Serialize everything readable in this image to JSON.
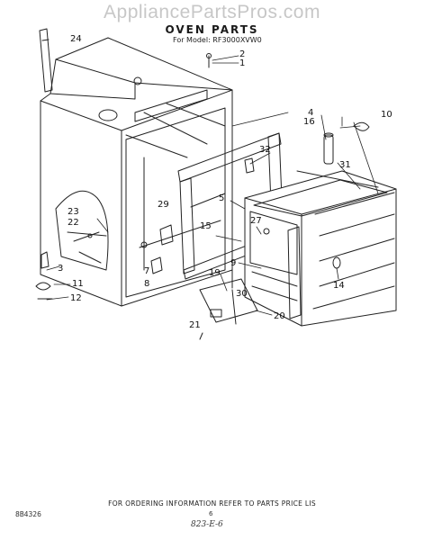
{
  "watermark": "AppliancePartsPros.com",
  "title": "OVEN PARTS",
  "model_line": "For Model: RF3000XVW0",
  "callouts": {
    "c1": "1",
    "c2": "2",
    "c3": "3",
    "c4": "4",
    "c5": "5",
    "c7": "7",
    "c8": "8",
    "c9": "9",
    "c10": "10",
    "c11": "11",
    "c12": "12",
    "c14": "14",
    "c15": "15",
    "c16": "16",
    "c19": "19",
    "c20": "20",
    "c21": "21",
    "c22": "22",
    "c23": "23",
    "c24": "24",
    "c27": "27",
    "c29": "29",
    "c30": "30",
    "c31": "31",
    "c32": "32"
  },
  "footer": {
    "ordering_note": "FOR ORDERING INFORMATION REFER TO PARTS PRICE LIS",
    "doc_number": "8B4326",
    "page_number": "6",
    "code": "823-E-6"
  },
  "colors": {
    "line": "#222222",
    "watermark": "#c7c7c7",
    "background": "#ffffff"
  }
}
